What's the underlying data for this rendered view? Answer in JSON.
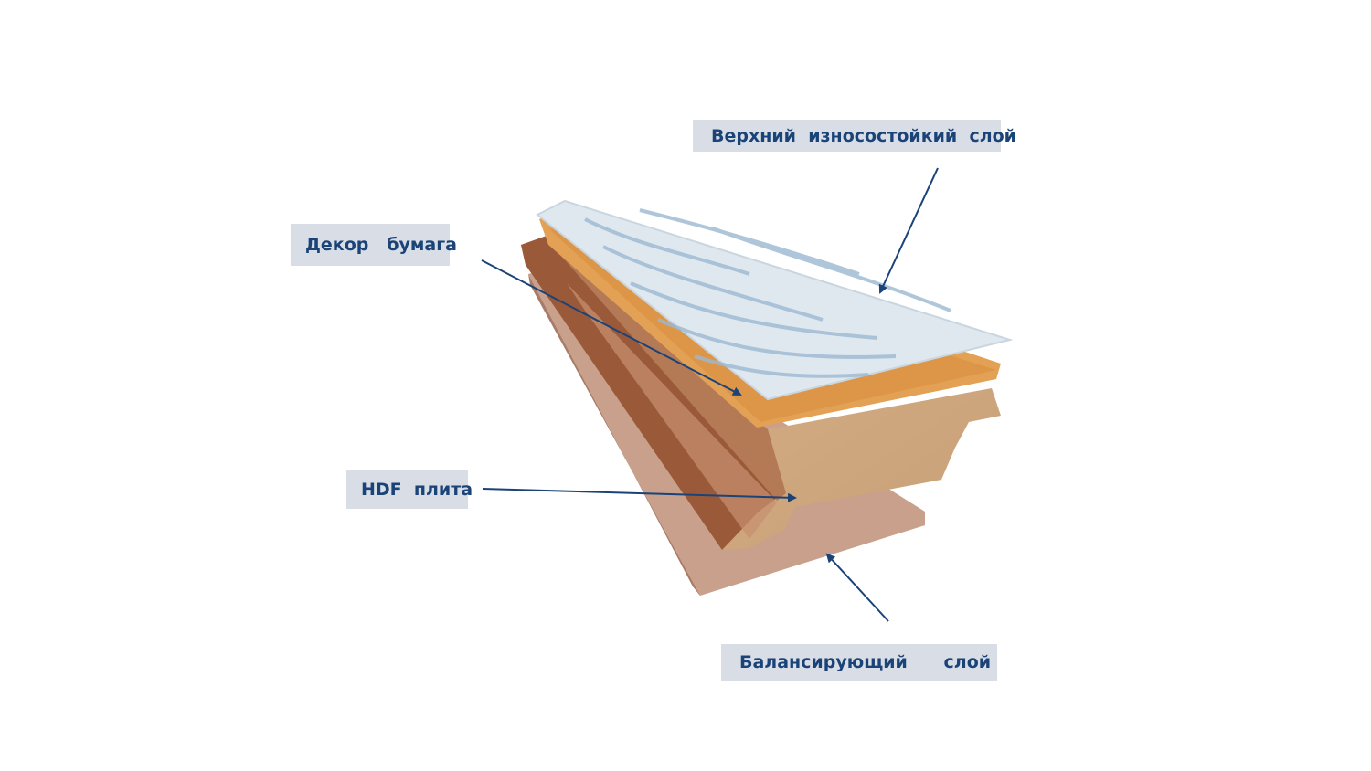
{
  "labels": {
    "wear_layer": "Верхний  износостойкий  слой",
    "decor_paper": "Декор   бумага",
    "hdf_board": "HDF  плита",
    "balancing_layer": "Балансирующий      слой"
  },
  "colors": {
    "label_bg": "#d9dde6",
    "label_text": "#1a4378",
    "arrow": "#1a4378"
  }
}
